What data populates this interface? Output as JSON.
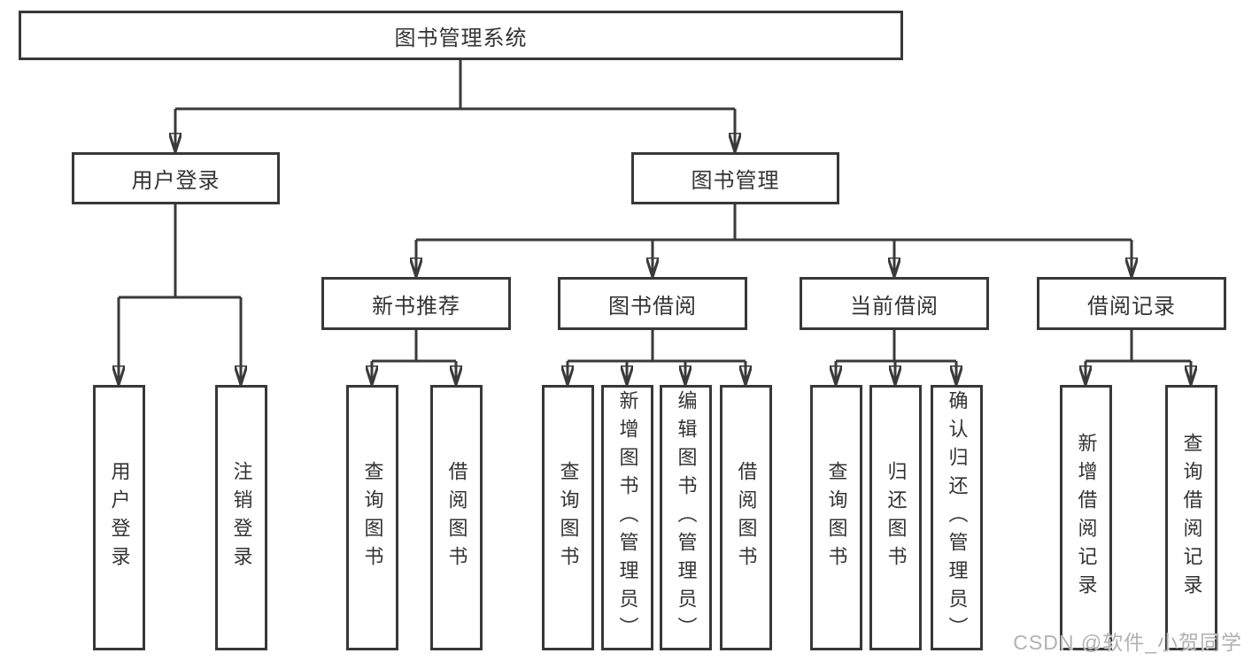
{
  "diagram_title": "图书管理系统",
  "tree": {
    "label": "图书管理系统",
    "children": [
      {
        "label": "用户登录",
        "children": [
          {
            "label": "用户登录"
          },
          {
            "label": "注销登录"
          }
        ]
      },
      {
        "label": "图书管理",
        "children": [
          {
            "label": "新书推荐",
            "children": [
              {
                "label": "查询图书"
              },
              {
                "label": "借阅图书"
              }
            ]
          },
          {
            "label": "图书借阅",
            "children": [
              {
                "label": "查询图书"
              },
              {
                "label": "新增图书（管理员）"
              },
              {
                "label": "编辑图书（管理员）"
              },
              {
                "label": "借阅图书"
              }
            ]
          },
          {
            "label": "当前借阅",
            "children": [
              {
                "label": "查询图书"
              },
              {
                "label": "归还图书"
              },
              {
                "label": "确认归还（管理员）"
              }
            ]
          },
          {
            "label": "借阅记录",
            "children": [
              {
                "label": "新增借阅记录"
              },
              {
                "label": "查询借阅记录"
              }
            ]
          }
        ]
      }
    ]
  },
  "watermark": {
    "text": "CSDN @软件_小贺同学"
  },
  "colors": {
    "line": "#3a3a3a",
    "box_border": "#383838",
    "text": "#333333",
    "background": "#ffffff",
    "watermark": "#b1b1b1"
  }
}
